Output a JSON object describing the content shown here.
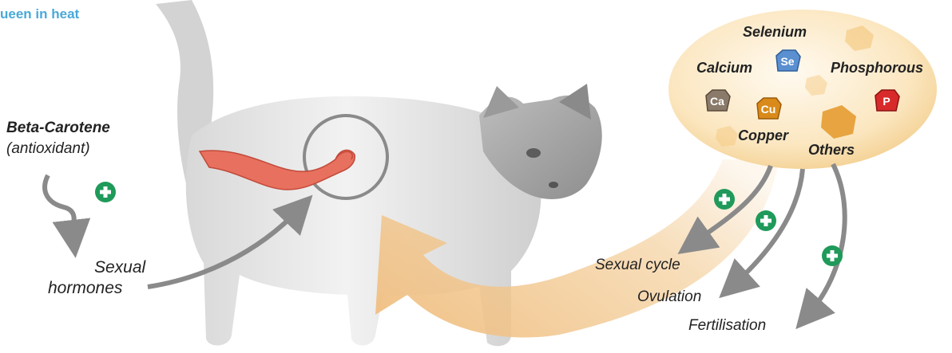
{
  "title": "ueen in heat",
  "beta": {
    "name": "Beta-Carotene",
    "note": "(antioxidant)"
  },
  "hormones": {
    "line1": "Sexual",
    "line2": "hormones"
  },
  "minerals": {
    "selenium": "Selenium",
    "calcium": "Calcium",
    "phosphorous": "Phosphorous",
    "copper": "Copper",
    "others": "Others",
    "symbols": {
      "se": "Se",
      "ca": "Ca",
      "cu": "Cu",
      "p": "P"
    }
  },
  "effects": {
    "sexual_cycle": "Sexual cycle",
    "ovulation": "Ovulation",
    "fertilisation": "Fertilisation"
  },
  "colors": {
    "title": "#4aa8d8",
    "plus": "#1f9a5a",
    "arrow": "#8a8a8a",
    "selenium_gem": "#5a8fd0",
    "calcium_gem": "#8a7a6a",
    "copper_gem": "#d98a1a",
    "phosphorous_gem": "#d82a2a",
    "others_gem": "#e0a040",
    "oval": "#f7dba8",
    "uterus": "#e8705e"
  },
  "icons": [
    "plus-icon",
    "mineral-gem-icon",
    "cat-illustration",
    "uterus-illustration",
    "magnifier-circle",
    "arrow"
  ]
}
